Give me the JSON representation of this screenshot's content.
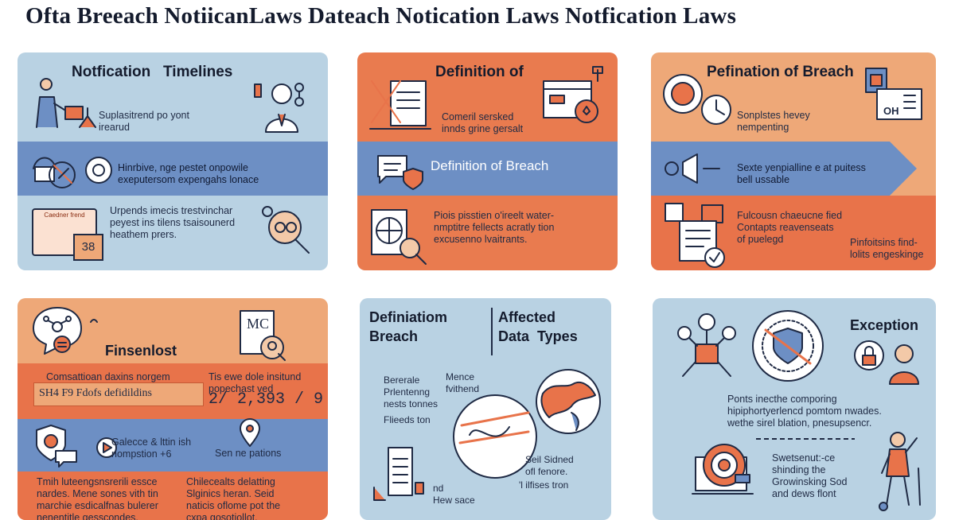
{
  "colors": {
    "blue_light": "#b9d2e3",
    "blue_mid": "#6d8fc4",
    "orange_light": "#eea878",
    "orange": "#e8734a",
    "ink": "#1f2a44"
  },
  "page": {
    "title": "Ofta Breeach NotiicanLaws Dateach Notication Laws Notfication Laws"
  },
  "cards": {
    "c1": {
      "heading": "Notfication   Timelines",
      "t1": "Suplasitrend po yont\nirearud",
      "t2": "Hinrbive, nge pestet onpowile\nexeputersom expengahs lonace",
      "t3": "Urpends imecis trestvinchar\npeyest ins tilens tsaisounerd\nheathem prers.",
      "tag": "Caedner frend",
      "badge": "38"
    },
    "c2": {
      "heading": "Definition of",
      "t1": "Comeril sersked\ninnds grine gersalt",
      "band_heading": "Definition  of  Breach",
      "t2": "Piois pisstien o'ireelt water-\nnmptitre fellects acratly tion\nexcusenno lvaitrants."
    },
    "c3": {
      "heading": "Pefination of Breach",
      "t1": "Sonplstes hevey\nnempenting",
      "t2": "Sexte yenpialline e at puitess\nbell ussable",
      "t3": "Fulcousn chaeucne fied\nContapts reavenseats\nof puelegd",
      "t4": "Pinfoitsins find-\nlolits engeskinge",
      "sign": "OH"
    },
    "c4": {
      "heading": "Finsenlost",
      "t1": "Comsattioan daxins norgem",
      "t2": "Tis ewe dole insitund\npopechast ved",
      "code": "SH4 F9 Fdofs defidildins",
      "number": "2/ 2,393 / 9",
      "t3": "Galecce & lttin ish\nnompstion +6",
      "t4": "Sen ne pations",
      "t5": "Tmih luteengsnsrerili essce\nnardes. Mene sones vith tin\nmarchie esdicalfnas bulerer\nnenentitle gesscondes.",
      "t6": "Chilecealts delatting\nSlginics heran. Seid\nnaticis oflome pot the\ncxpa gosotiollot.",
      "doc": "MC"
    },
    "c5": {
      "heading1": "Definiatiom\nBreach",
      "heading2": "Affected\nData  Types",
      "t1": "Bererale\nPrlentenng\nnests tonnes",
      "t2": "Mence\nfvithend",
      "t3": "Flieeds ton",
      "t4": "Seil Sidned\nofl fenore.",
      "t5": "'l ilfises tron",
      "t6": "nd\nHew sace"
    },
    "c6": {
      "heading": "Exception",
      "t1": "Ponts inecthe comporing\nhipiphortyerlencd pomtom nwades.\nwethe sirel blation, pnesupsencr.",
      "t2": "Swetsenut:-ce\nshinding the\nGrowinsking Sod\nand dews flont"
    }
  }
}
